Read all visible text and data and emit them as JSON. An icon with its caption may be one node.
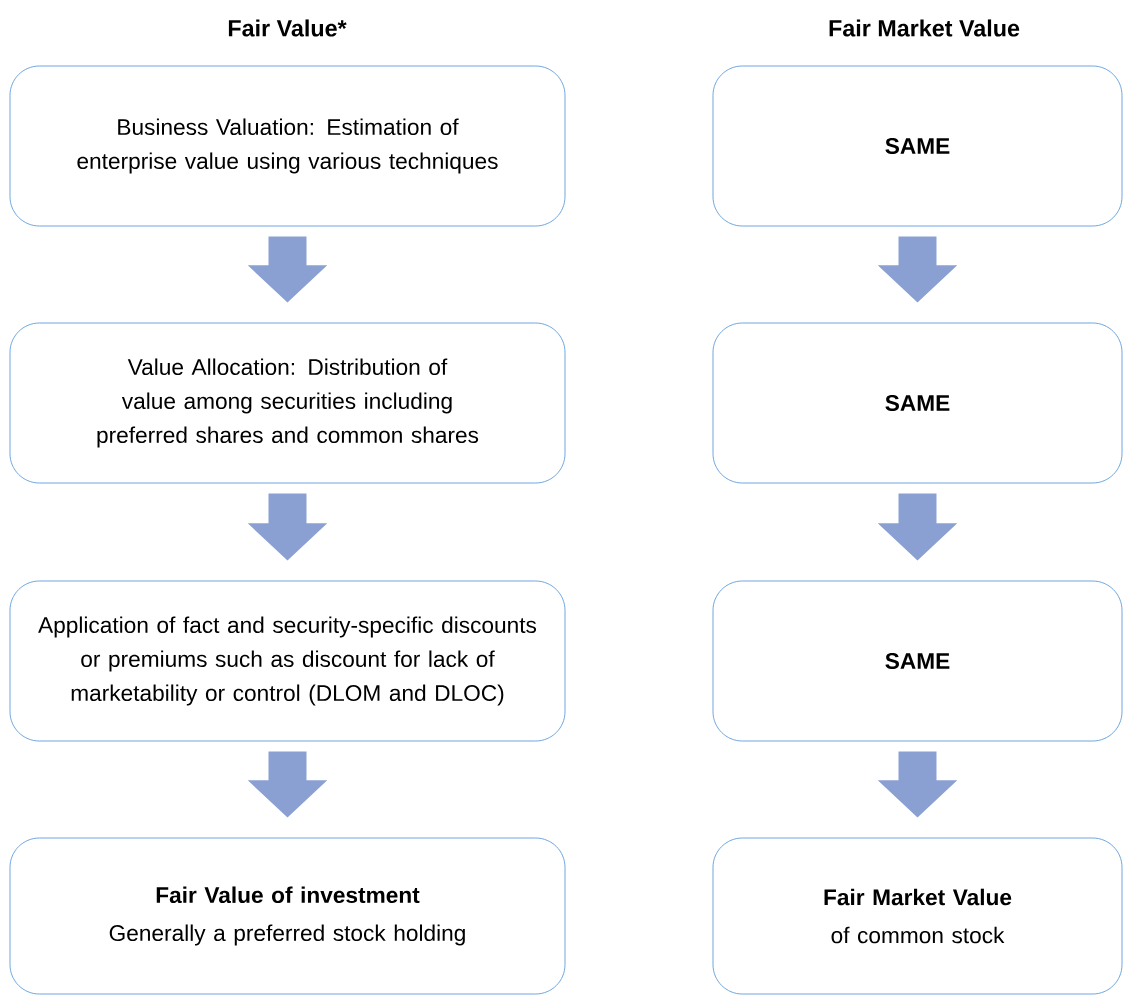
{
  "diagram": {
    "nodes": [
      {
        "text": [
          "Business Valuation: Estimation of enterprise value using various techniques"
        ]
      },
      {
        "text": [
          "Value Allocation: Distribution of value among securities including preferred shares and common shares"
        ]
      },
      {
        "text": [
          "Application of fact and security-specific discounts or premiums such as discount for lack of marketability or control (DLOM and DLOC)"
        ]
      },
      {
        "text": [
          "Fair Value of investment",
          "Generally a preferred stock holding"
        ]
      },
      {
        "text": [
          "SAME"
        ]
      },
      {
        "text": [
          "SAME"
        ]
      },
      {
        "text": [
          "SAME"
        ]
      },
      {
        "text": [
          "Fair Market Value",
          "of common stock"
        ]
      }
    ],
    "edges": [
      {
        "from": 0,
        "to": 1,
        "arrow": "to"
      },
      {
        "from": 1,
        "to": 2,
        "arrow": "to"
      },
      {
        "from": 2,
        "to": 3,
        "arrow": "to"
      },
      {
        "from": 4,
        "to": 5,
        "arrow": "to"
      },
      {
        "from": 5,
        "to": 6,
        "arrow": "to"
      },
      {
        "from": 6,
        "to": 7,
        "arrow": "to"
      }
    ],
    "labels": [
      "Fair Value*",
      "Fair Market Value"
    ]
  }
}
